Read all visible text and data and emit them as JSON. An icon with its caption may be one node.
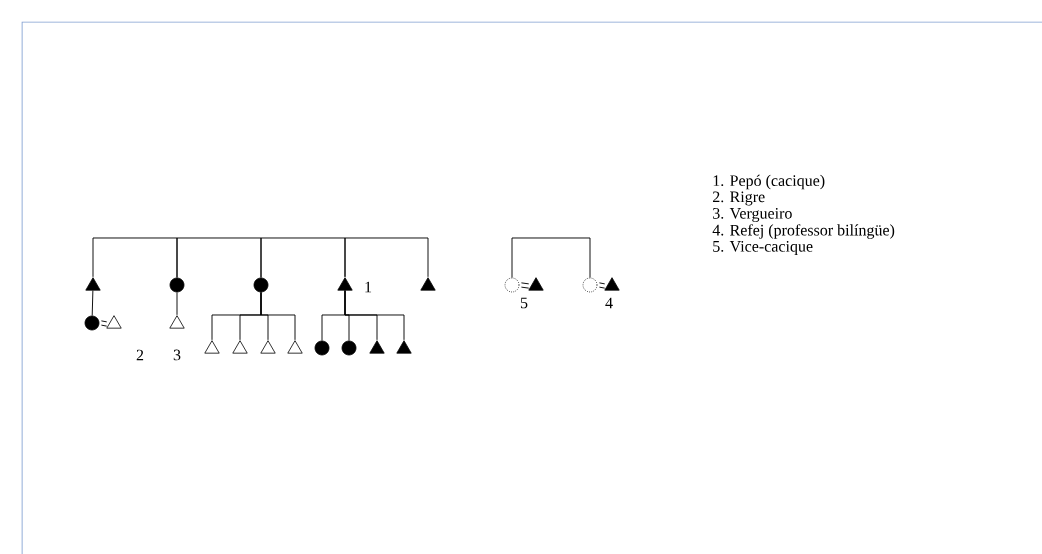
{
  "diagram": {
    "nodes": [
      {
        "text": [],
        "shape": "triangle"
      },
      {
        "text": [],
        "shape": "circle"
      },
      {
        "text": [],
        "shape": "circle"
      },
      {
        "text": [],
        "shape": "triangle",
        "beside": [
          "1"
        ]
      },
      {
        "text": [],
        "shape": "triangle"
      },
      {
        "text": [],
        "shape": "circle"
      },
      {
        "text": [],
        "shape": "triangle",
        "beside": [
          "5"
        ]
      },
      {
        "text": [],
        "shape": "circle"
      },
      {
        "text": [],
        "shape": "triangle",
        "beside": [
          "4"
        ]
      },
      {
        "text": [],
        "shape": "circle"
      },
      {
        "text": [],
        "shape": "triangle",
        "beside": [
          "2"
        ]
      },
      {
        "text": [],
        "shape": "triangle",
        "beside": [
          "3"
        ]
      },
      {
        "text": [],
        "shape": "triangle"
      },
      {
        "text": [],
        "shape": "triangle"
      },
      {
        "text": [],
        "shape": "triangle"
      },
      {
        "text": [],
        "shape": "triangle"
      },
      {
        "text": [],
        "shape": "circle"
      },
      {
        "text": [],
        "shape": "circle"
      },
      {
        "text": [],
        "shape": "triangle"
      },
      {
        "text": [],
        "shape": "triangle"
      }
    ],
    "edges": [
      {
        "from": 0,
        "to": 1,
        "arrow": "none"
      },
      {
        "from": 1,
        "to": 2,
        "arrow": "none"
      },
      {
        "from": 2,
        "to": 3,
        "arrow": "none"
      },
      {
        "from": 3,
        "to": 4,
        "arrow": "none"
      },
      {
        "from": 5,
        "to": 7,
        "arrow": "none"
      },
      {
        "from": 5,
        "to": 6,
        "arrow": "none"
      },
      {
        "from": 7,
        "to": 8,
        "arrow": "none"
      },
      {
        "from": 0,
        "to": 9,
        "arrow": "none"
      },
      {
        "from": 9,
        "to": 10,
        "arrow": "none"
      },
      {
        "from": 1,
        "to": 11,
        "arrow": "none"
      },
      {
        "from": 2,
        "to": 12,
        "arrow": "none"
      },
      {
        "from": 2,
        "to": 13,
        "arrow": "none"
      },
      {
        "from": 2,
        "to": 14,
        "arrow": "none"
      },
      {
        "from": 2,
        "to": 15,
        "arrow": "none"
      },
      {
        "from": 3,
        "to": 16,
        "arrow": "none"
      },
      {
        "from": 3,
        "to": 17,
        "arrow": "none"
      },
      {
        "from": 3,
        "to": 18,
        "arrow": "none"
      },
      {
        "from": 3,
        "to": 19,
        "arrow": "none"
      }
    ],
    "labels": [
      "1. Pepó (cacique)",
      "2. Rigre",
      "3. Vergueiro",
      "4. Refej (professor bilíngüe)",
      "5. Vice-cacique"
    ]
  }
}
